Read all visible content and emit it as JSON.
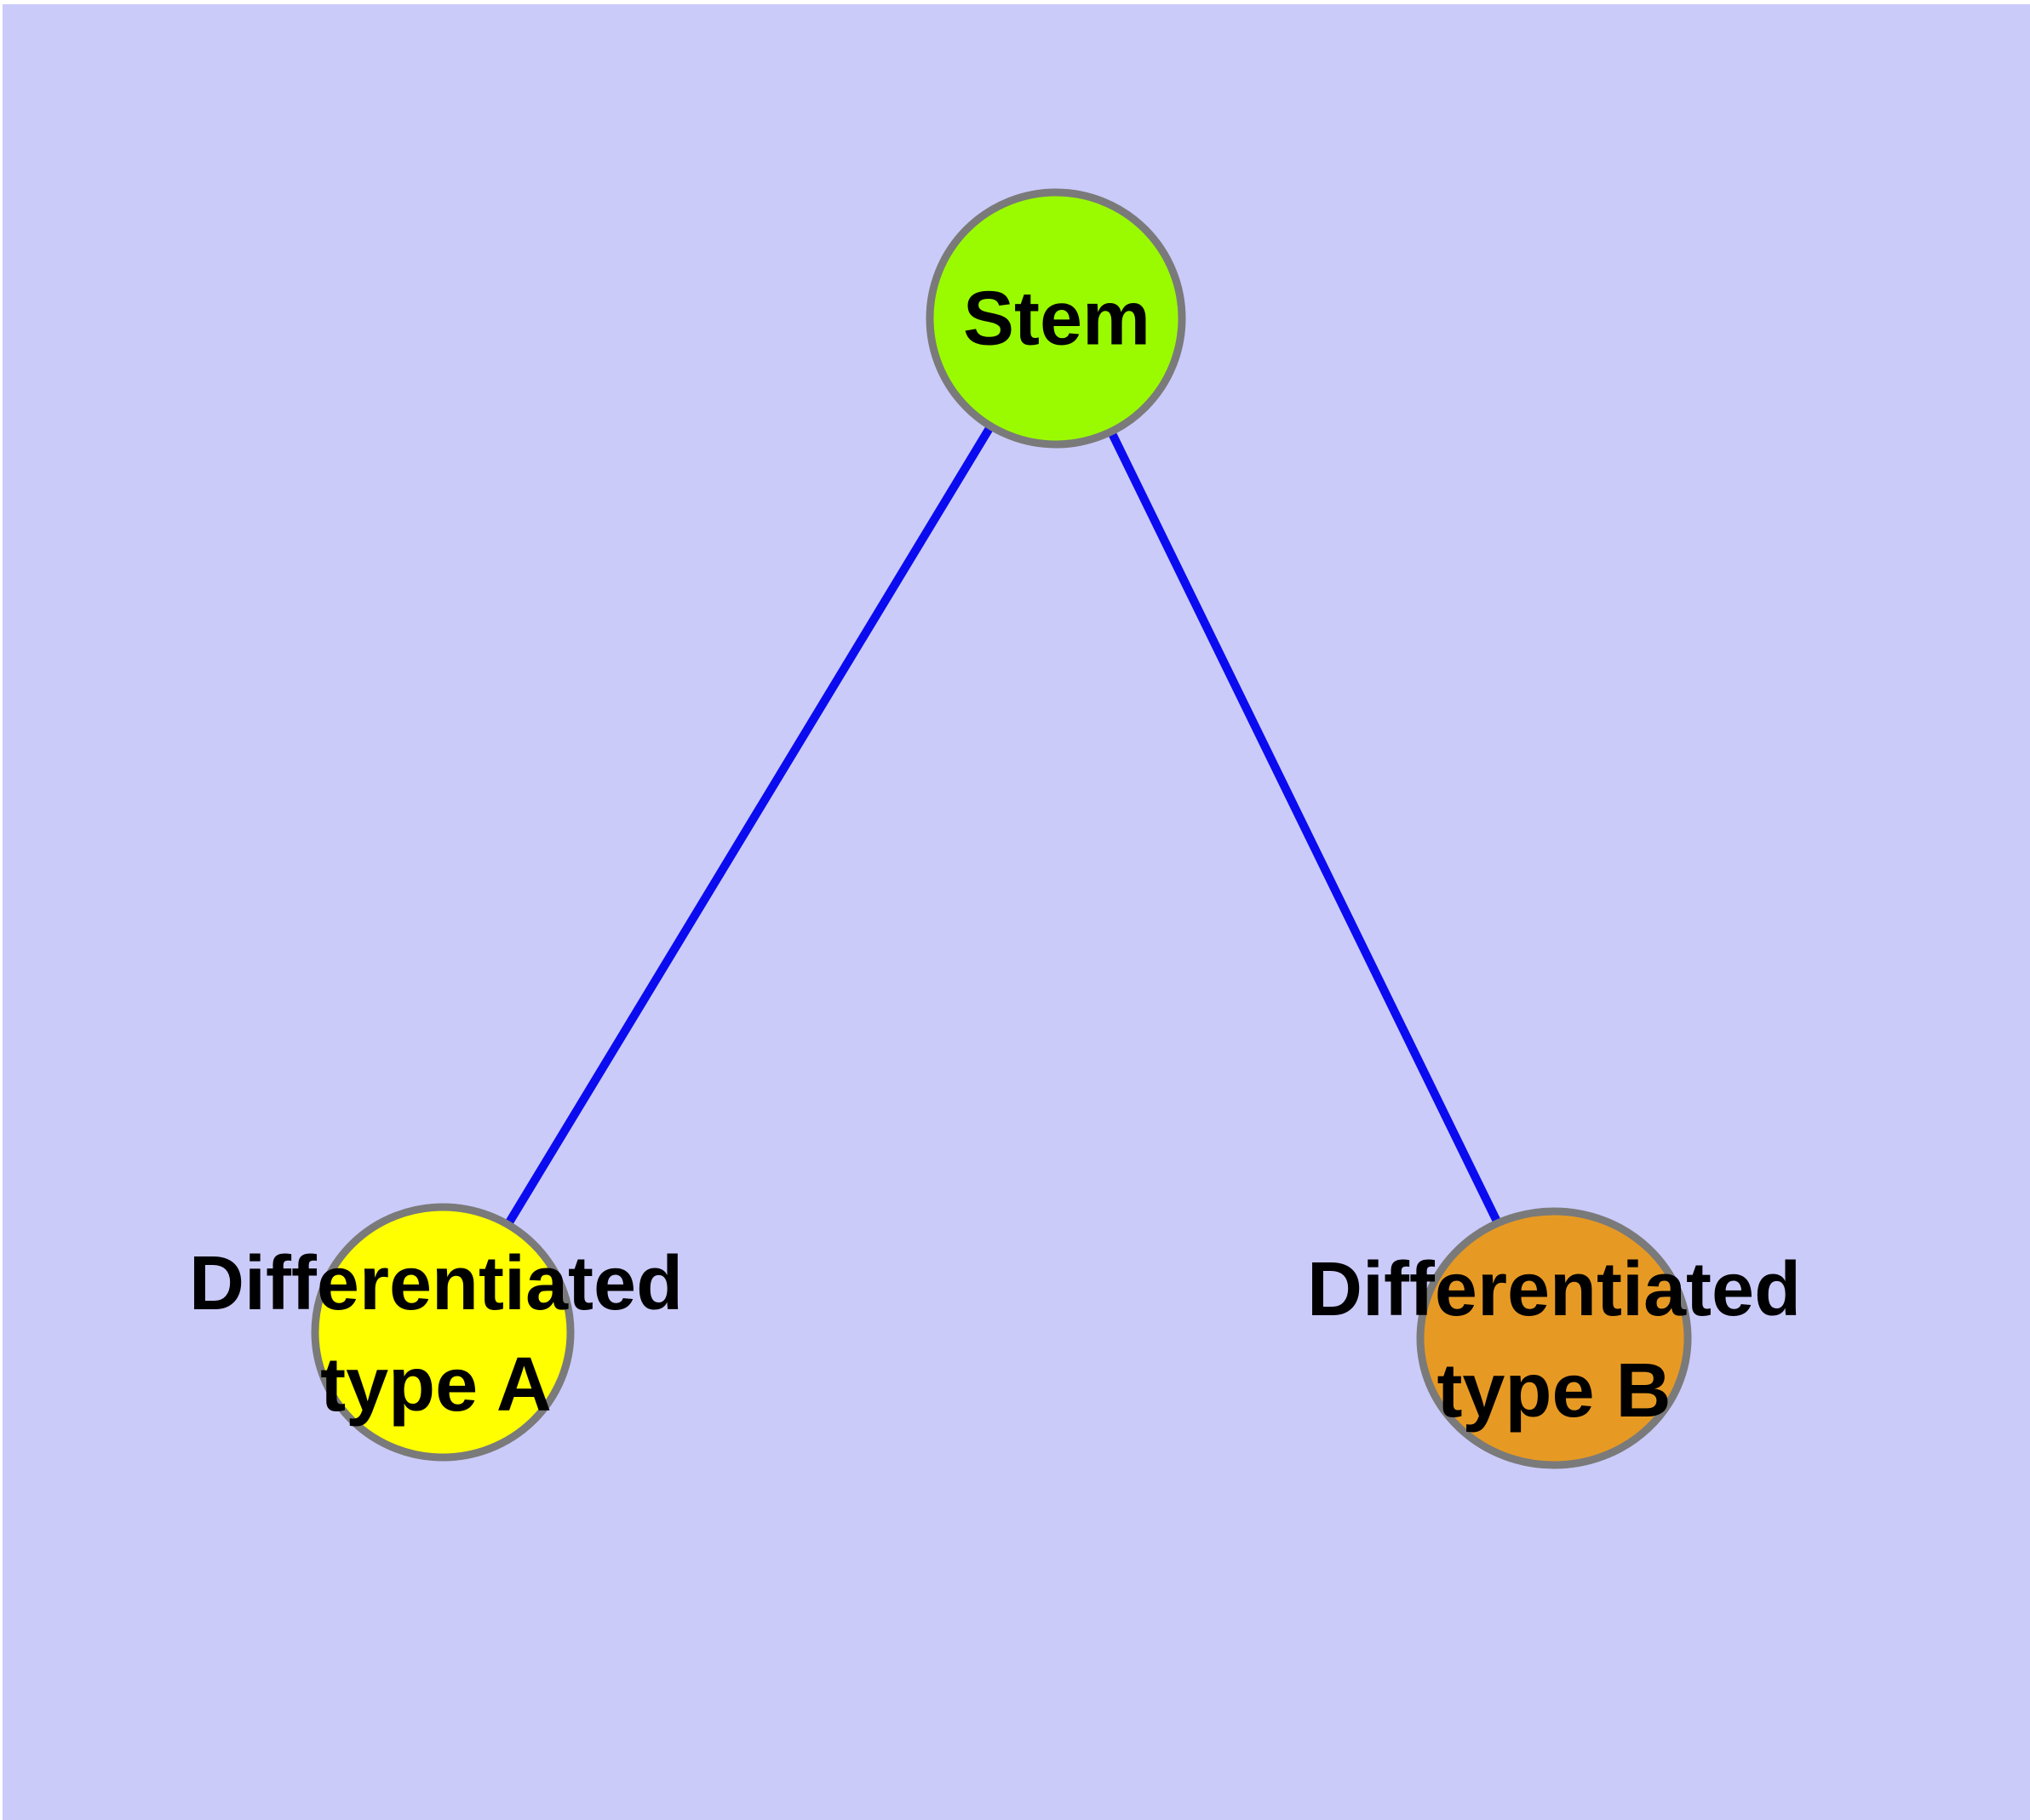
{
  "diagram": {
    "background_color": "#CBCBFA",
    "margin_color": "#FFFFFF",
    "edge_color": "#0B0BF0",
    "node_border_color": "#7A7A7A",
    "label_color": "#000000",
    "nodes": [
      {
        "id": "stem",
        "label": "Stem",
        "fill": "#9AFB00"
      },
      {
        "id": "type-a",
        "label": "Differentiated\ntype A",
        "fill": "#FFFF00"
      },
      {
        "id": "type-b",
        "label": "Differentiated\ntype B",
        "fill": "#E79A23"
      }
    ],
    "edges": [
      {
        "from": "stem",
        "to": "type-a"
      },
      {
        "from": "stem",
        "to": "type-b"
      }
    ]
  }
}
